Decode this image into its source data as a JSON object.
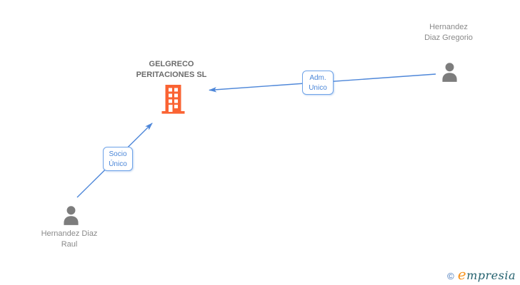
{
  "diagram": {
    "company": {
      "name": "GELGRECO PERITACIONES SL"
    },
    "people": [
      {
        "name": "Hernandez Diaz Gregorio"
      },
      {
        "name": "Hernandez Diaz Raul"
      }
    ],
    "relations": [
      {
        "label": "Adm. Unico",
        "from": "Hernandez Diaz Gregorio",
        "to": "GELGRECO PERITACIONES SL"
      },
      {
        "label": "Socio Único",
        "from": "Hernandez Diaz Raul",
        "to": "GELGRECO PERITACIONES SL"
      }
    ]
  },
  "watermark": {
    "copyright_symbol": "©",
    "brand_initial": "e",
    "brand_rest": "mpresia"
  },
  "colors": {
    "edge_blue": "#4e87d9",
    "label_border_blue": "#6fa3e8",
    "label_text_blue": "#4a86d8",
    "building_orange": "#fa6333",
    "person_gray": "#7d7d7d",
    "company_title_gray": "#6b6b6b",
    "person_name_gray": "#8a8a8a",
    "logo_copyright_blue": "#3b6fb5",
    "logo_initial_orange": "#f7941e",
    "logo_text_teal": "#23616e"
  }
}
